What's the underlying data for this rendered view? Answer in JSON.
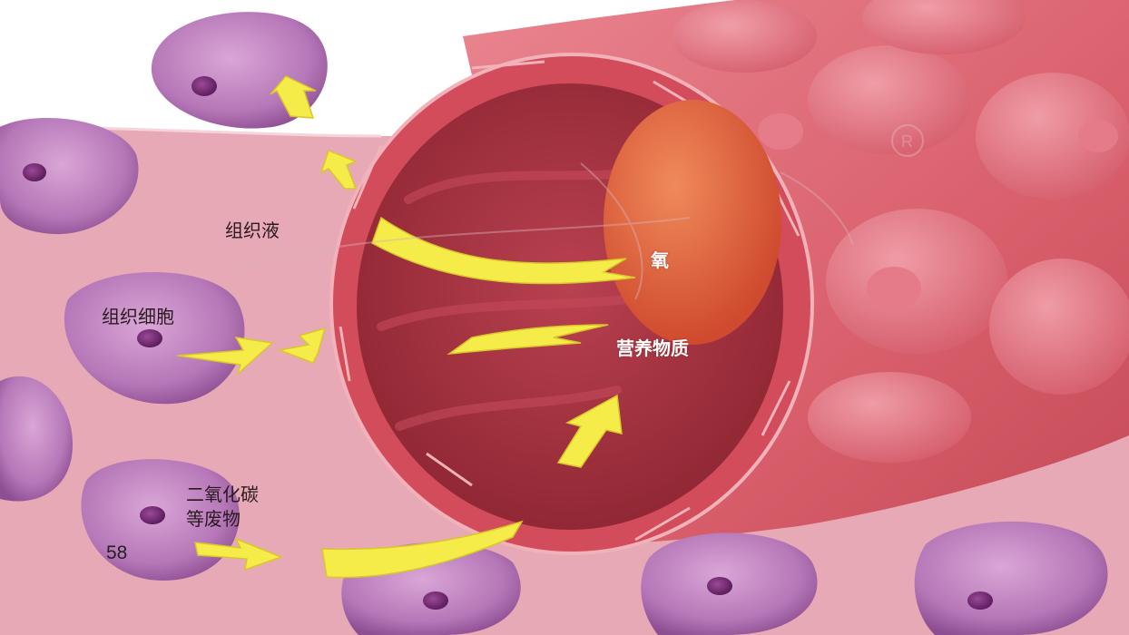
{
  "labels": {
    "tissue_fluid": "组织液",
    "tissue_cell": "组织细胞",
    "oxygen": "氧",
    "nutrients": "营养物质",
    "co2_line1": "二氧化碳",
    "co2_line2": "等废物",
    "page_number": "58"
  },
  "colors": {
    "background": "#ffffff",
    "tissue_fluid_pink": "#e8a9b6",
    "capillary_wall": "#d24c5c",
    "capillary_lumen": "#a6303e",
    "red_blood_cell": "#e0643c",
    "tissue_cell": "#b677b8",
    "cell_nucleus": "#7a2e78",
    "arrow": "#f5ec4a"
  }
}
